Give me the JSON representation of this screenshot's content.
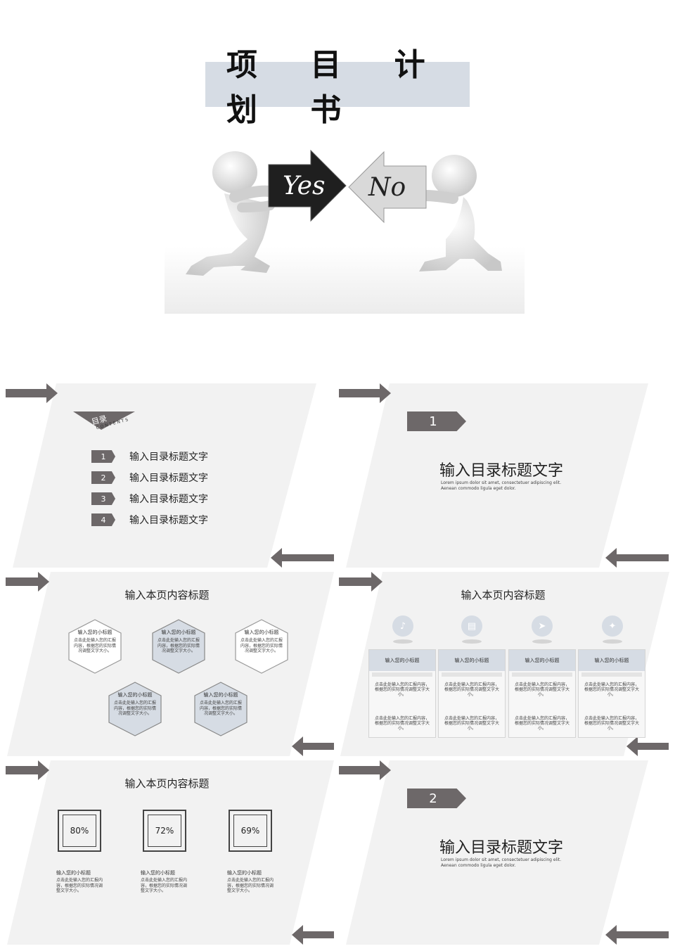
{
  "page": {
    "title": "项 目 计 划 书",
    "hero": {
      "left_word": "Yes",
      "right_word": "No"
    }
  },
  "slide1": {
    "badge_main": "目录",
    "badge_sub": "CONTENTS",
    "items": [
      {
        "num": "1",
        "label": "输入目录标题文字"
      },
      {
        "num": "2",
        "label": "输入目录标题文字"
      },
      {
        "num": "3",
        "label": "输入目录标题文字"
      },
      {
        "num": "4",
        "label": "输入目录标题文字"
      }
    ]
  },
  "slide2": {
    "num": "1",
    "title": "输入目录标题文字",
    "subtitle": "Lorem ipsum dolor sit amet, consectetuer adipiscing elit. Aenean commodo ligula eget dolor."
  },
  "slide3": {
    "heading": "输入本页内容标题",
    "hexes": [
      {
        "title": "输入您的小标题",
        "body": "点击此处输入您的汇报内容，根据您的实际情况调整文字大小。",
        "filled": false
      },
      {
        "title": "输入您的小标题",
        "body": "点击此处输入您的汇报内容，根据您的实际情况调整文字大小。",
        "filled": true
      },
      {
        "title": "输入您的小标题",
        "body": "点击此处输入您的汇报内容，根据您的实际情况调整文字大小。",
        "filled": false
      },
      {
        "title": "输入您的小标题",
        "body": "点击此处输入您的汇报内容，根据您的实际情况调整文字大小。",
        "filled": true
      },
      {
        "title": "输入您的小标题",
        "body": "点击此处输入您的汇报内容，根据您的实际情况调整文字大小。",
        "filled": true
      }
    ]
  },
  "slide4": {
    "heading": "输入本页内容标题",
    "cards": [
      {
        "icon": "speaker-icon",
        "title": "输入您的小标题",
        "body1": "点击此处输入您的汇报内容，根据您的实际情况调整文字大小。",
        "body2": "点击此处输入您的汇报内容，根据您的实际情况调整文字大小。"
      },
      {
        "icon": "document-icon",
        "title": "输入您的小标题",
        "body1": "点击此处输入您的汇报内容，根据您的实际情况调整文字大小。",
        "body2": "点击此处输入您的汇报内容，根据您的实际情况调整文字大小。"
      },
      {
        "icon": "paper-plane-icon",
        "title": "输入您的小标题",
        "body1": "点击此处输入您的汇报内容，根据您的实际情况调整文字大小。",
        "body2": "点击此处输入您的汇报内容，根据您的实际情况调整文字大小。"
      },
      {
        "icon": "rocket-icon",
        "title": "输入您的小标题",
        "body1": "点击此处输入您的汇报内容，根据您的实际情况调整文字大小。",
        "body2": "点击此处输入您的汇报内容，根据您的实际情况调整文字大小。"
      }
    ]
  },
  "slide5": {
    "heading": "输入本页内容标题",
    "items": [
      {
        "percent": "80%",
        "title": "输入您的小标题",
        "body": "点击此处输入您的汇报内容，根据您的实际情况调整文字大小。"
      },
      {
        "percent": "72%",
        "title": "输入您的小标题",
        "body": "点击此处输入您的汇报内容，根据您的实际情况调整文字大小。"
      },
      {
        "percent": "69%",
        "title": "输入您的小标题",
        "body": "点击此处输入您的汇报内容，根据您的实际情况调整文字大小。"
      }
    ]
  },
  "slide6": {
    "num": "2",
    "title": "输入目录标题文字",
    "subtitle": "Lorem ipsum dolor sit amet, consectetuer adipiscing elit. Aenean commodo ligula eget dolor."
  },
  "colors": {
    "panel": "#f2f2f2",
    "accent_dark": "#6d6869",
    "accent_light": "#d6dce4"
  }
}
